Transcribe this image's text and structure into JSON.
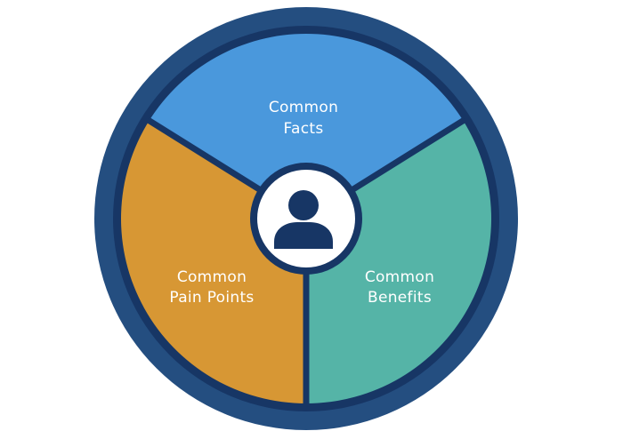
{
  "diagram": {
    "segments": [
      {
        "id": "facts",
        "lines": [
          "Common",
          "Facts"
        ],
        "color": "#4a98dc"
      },
      {
        "id": "benefits",
        "lines": [
          "Common",
          "Benefits"
        ],
        "color": "#55b4a7"
      },
      {
        "id": "pain-points",
        "lines": [
          "Common",
          "Pain Points"
        ],
        "color": "#d79734"
      }
    ],
    "center_icon": "person-icon",
    "colors": {
      "outer_ring": "#244e80",
      "divider": "#173665",
      "center_fill": "#ffffff",
      "icon": "#173665"
    }
  }
}
